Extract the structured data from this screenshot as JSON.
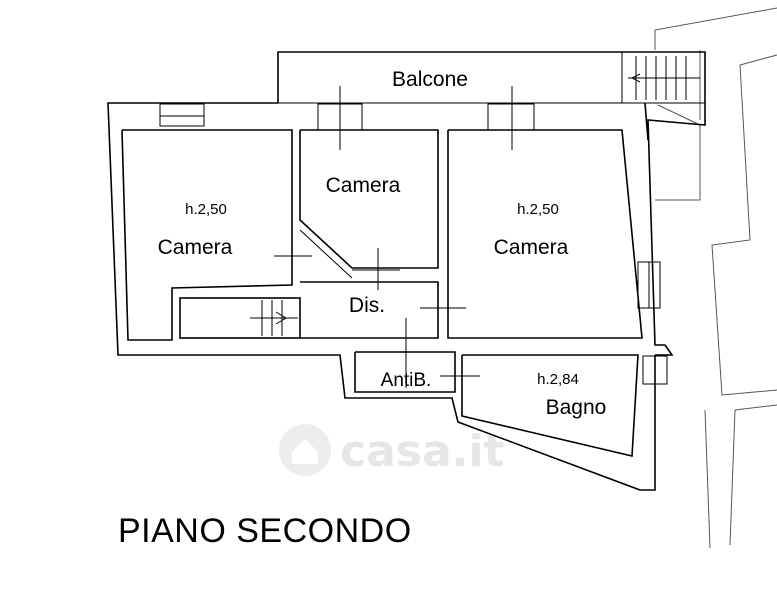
{
  "rooms": {
    "balcone": "Balcone",
    "camera_left": "Camera",
    "camera_center": "Camera",
    "camera_right": "Camera",
    "disimpegno": "Dis.",
    "antibagno": "AntiB.",
    "bagno": "Bagno"
  },
  "heights": {
    "camera_left": "h.2,50",
    "camera_right": "h.2,50",
    "bagno": "h.2,84"
  },
  "floor_title": "PIANO SECONDO",
  "watermark": "casa.it"
}
